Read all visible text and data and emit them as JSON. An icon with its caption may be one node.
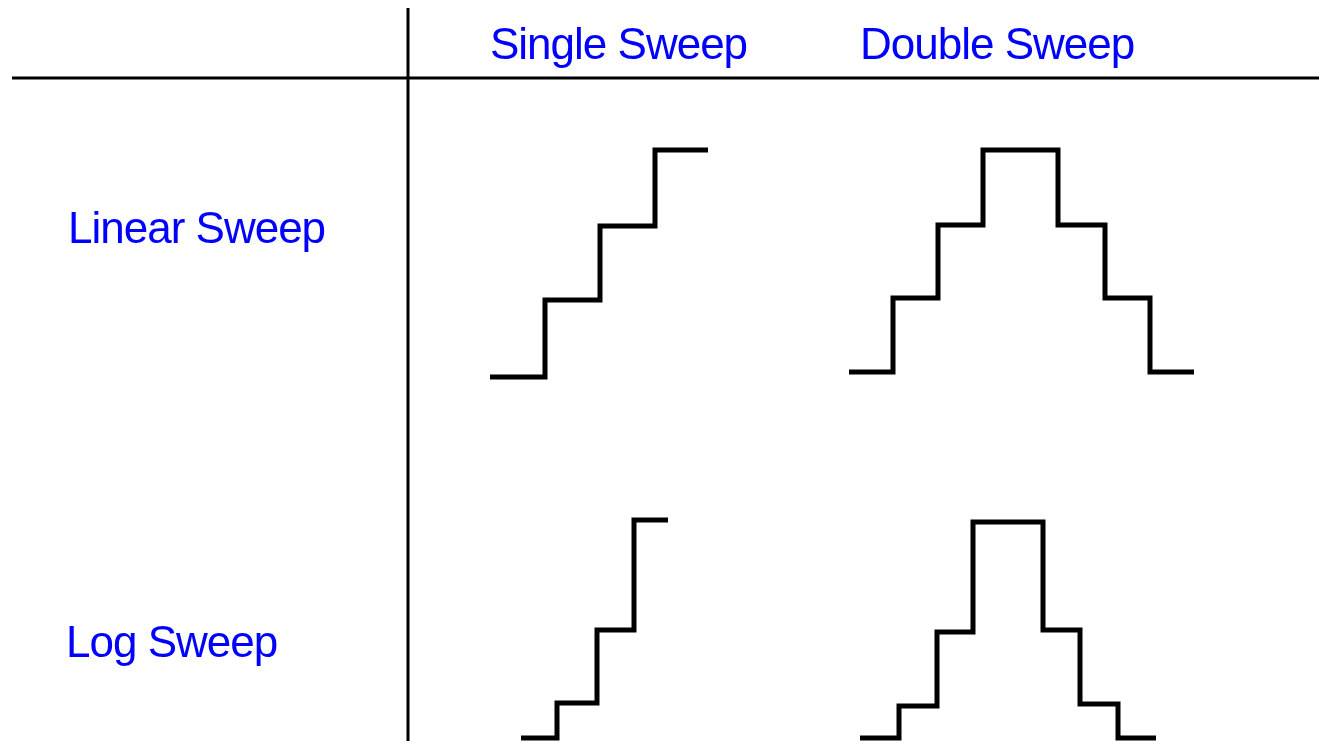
{
  "diagram": {
    "labels": [
      "Single Sweep",
      "Double Sweep",
      "Linear Sweep",
      "Log Sweep"
    ]
  }
}
